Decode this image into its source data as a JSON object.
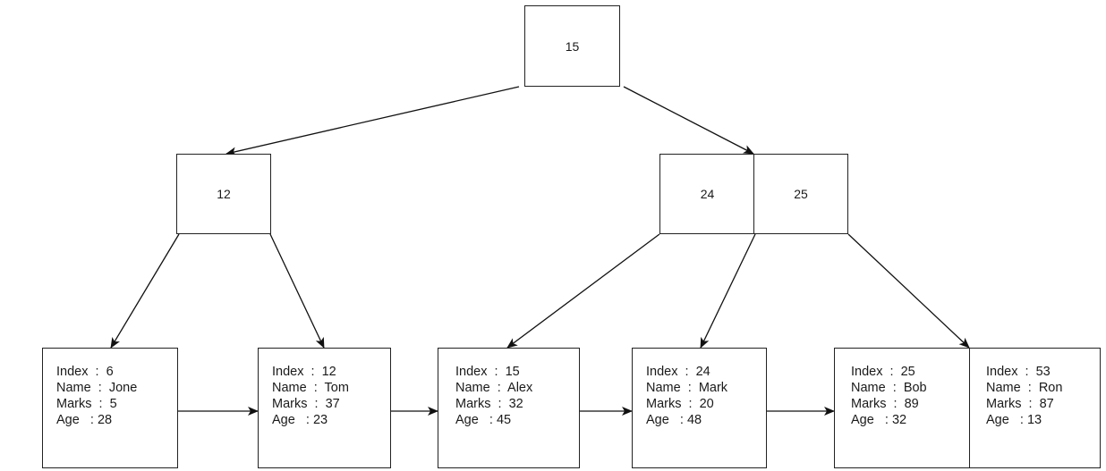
{
  "diagram": {
    "root": {
      "key": "15"
    },
    "internal_left": {
      "key": "12"
    },
    "internal_right": {
      "keys": [
        "24",
        "25"
      ]
    },
    "leaves": [
      {
        "lines": [
          "Index  :  6",
          "Name  :  Jone",
          "Marks  :  5",
          "Age   : 28"
        ]
      },
      {
        "lines": [
          "Index  :  12",
          "Name  :  Tom",
          "Marks  :  37",
          "Age   : 23"
        ]
      },
      {
        "lines": [
          "Index  :  15",
          "Name  :  Alex",
          "Marks  :  32",
          "Age   : 45"
        ]
      },
      {
        "lines": [
          "Index  :  24",
          "Name  :  Mark",
          "Marks  :  20",
          "Age   : 48"
        ]
      },
      {
        "lines": [
          "Index  :  25",
          "Name  :  Bob",
          "Marks  :  89",
          "Age   : 32"
        ]
      },
      {
        "lines": [
          "Index  :  53",
          "Name  :  Ron",
          "Marks  :  87",
          "Age   : 13"
        ]
      }
    ]
  }
}
